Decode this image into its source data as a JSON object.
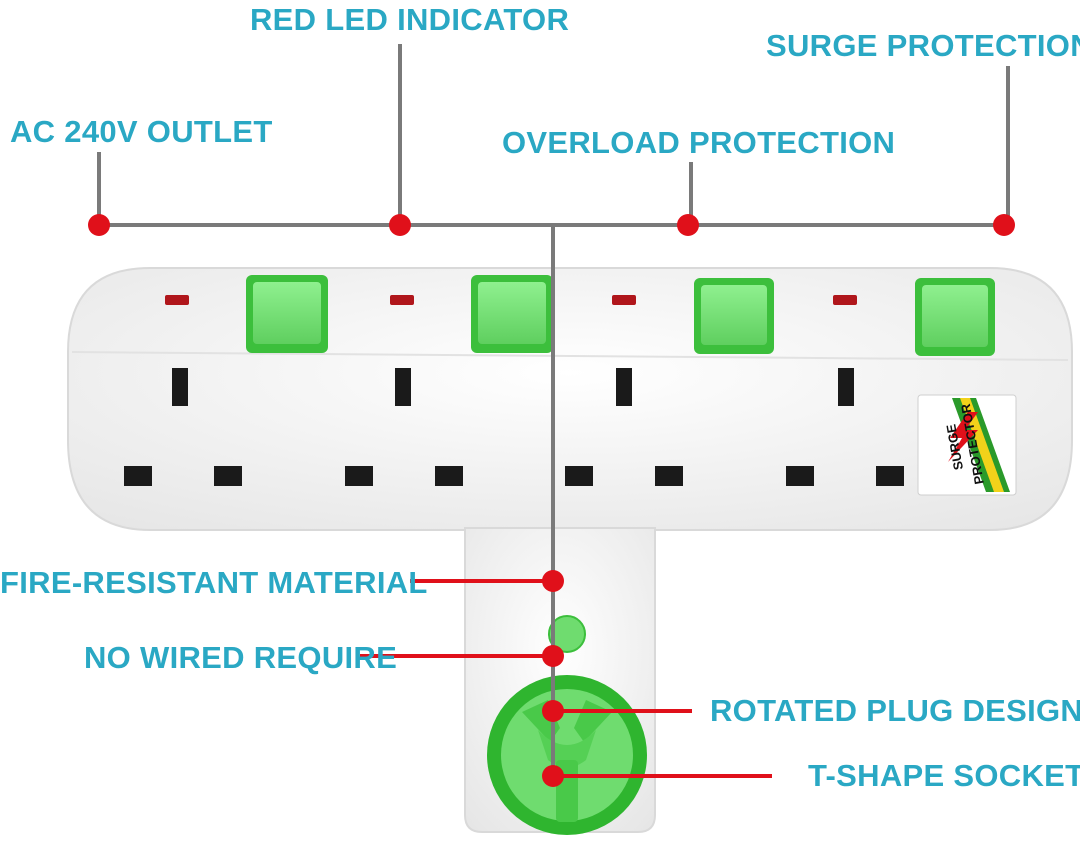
{
  "colors": {
    "label_text": "#2aa8c4",
    "leader_line": "#7a7a7a",
    "marker_dot": "#e0101a",
    "callout_line": "#e0101a",
    "device_body": "#f4f4f4",
    "switch_green": "#6fdc6f",
    "switch_border": "#3cbf3c",
    "led_red": "#b0161b"
  },
  "labels": {
    "red_led_indicator": "RED LED INDICATOR",
    "surge_protection": "SURGE PROTECTION",
    "ac_240v_outlet": "AC 240V OUTLET",
    "overload_protection": "OVERLOAD PROTECTION",
    "fire_resistant_material": "FIRE-RESISTANT MATERIAL",
    "no_wired_require": "NO WIRED REQUIRE",
    "rotated_plug_design": "ROTATED PLUG DESIGN",
    "t_shape_socket": "T-SHAPE SOCKET"
  },
  "device": {
    "outlet_count": 4,
    "badge_line1": "SURGE",
    "badge_line2": "PROTECTOR"
  }
}
